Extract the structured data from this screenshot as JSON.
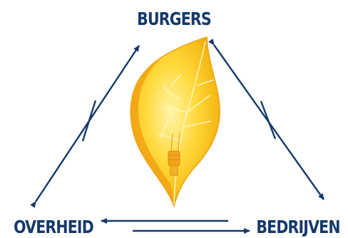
{
  "nodes": {
    "top": "BURGERS",
    "left": "OVERHEID",
    "right": "BEDRIJVEN"
  },
  "relations": [
    {
      "from": "OVERHEID",
      "to": "BURGERS"
    },
    {
      "from": "BURGERS",
      "to": "OVERHEID"
    },
    {
      "from": "BEDRIJVEN",
      "to": "BURGERS"
    },
    {
      "from": "BURGERS",
      "to": "BEDRIJVEN"
    },
    {
      "from": "BEDRIJVEN",
      "to": "OVERHEID"
    },
    {
      "from": "OVERHEID",
      "to": "BEDRIJVEN"
    }
  ],
  "center_image": "leaf-lightbulb-icon",
  "colors": {
    "text": "#15396b",
    "arrows": "#15396b",
    "leaf_fill": "#f7c21a",
    "leaf_highlight": "#fff2a0",
    "leaf_edge": "#e8a412",
    "filament": "#f0a020"
  }
}
